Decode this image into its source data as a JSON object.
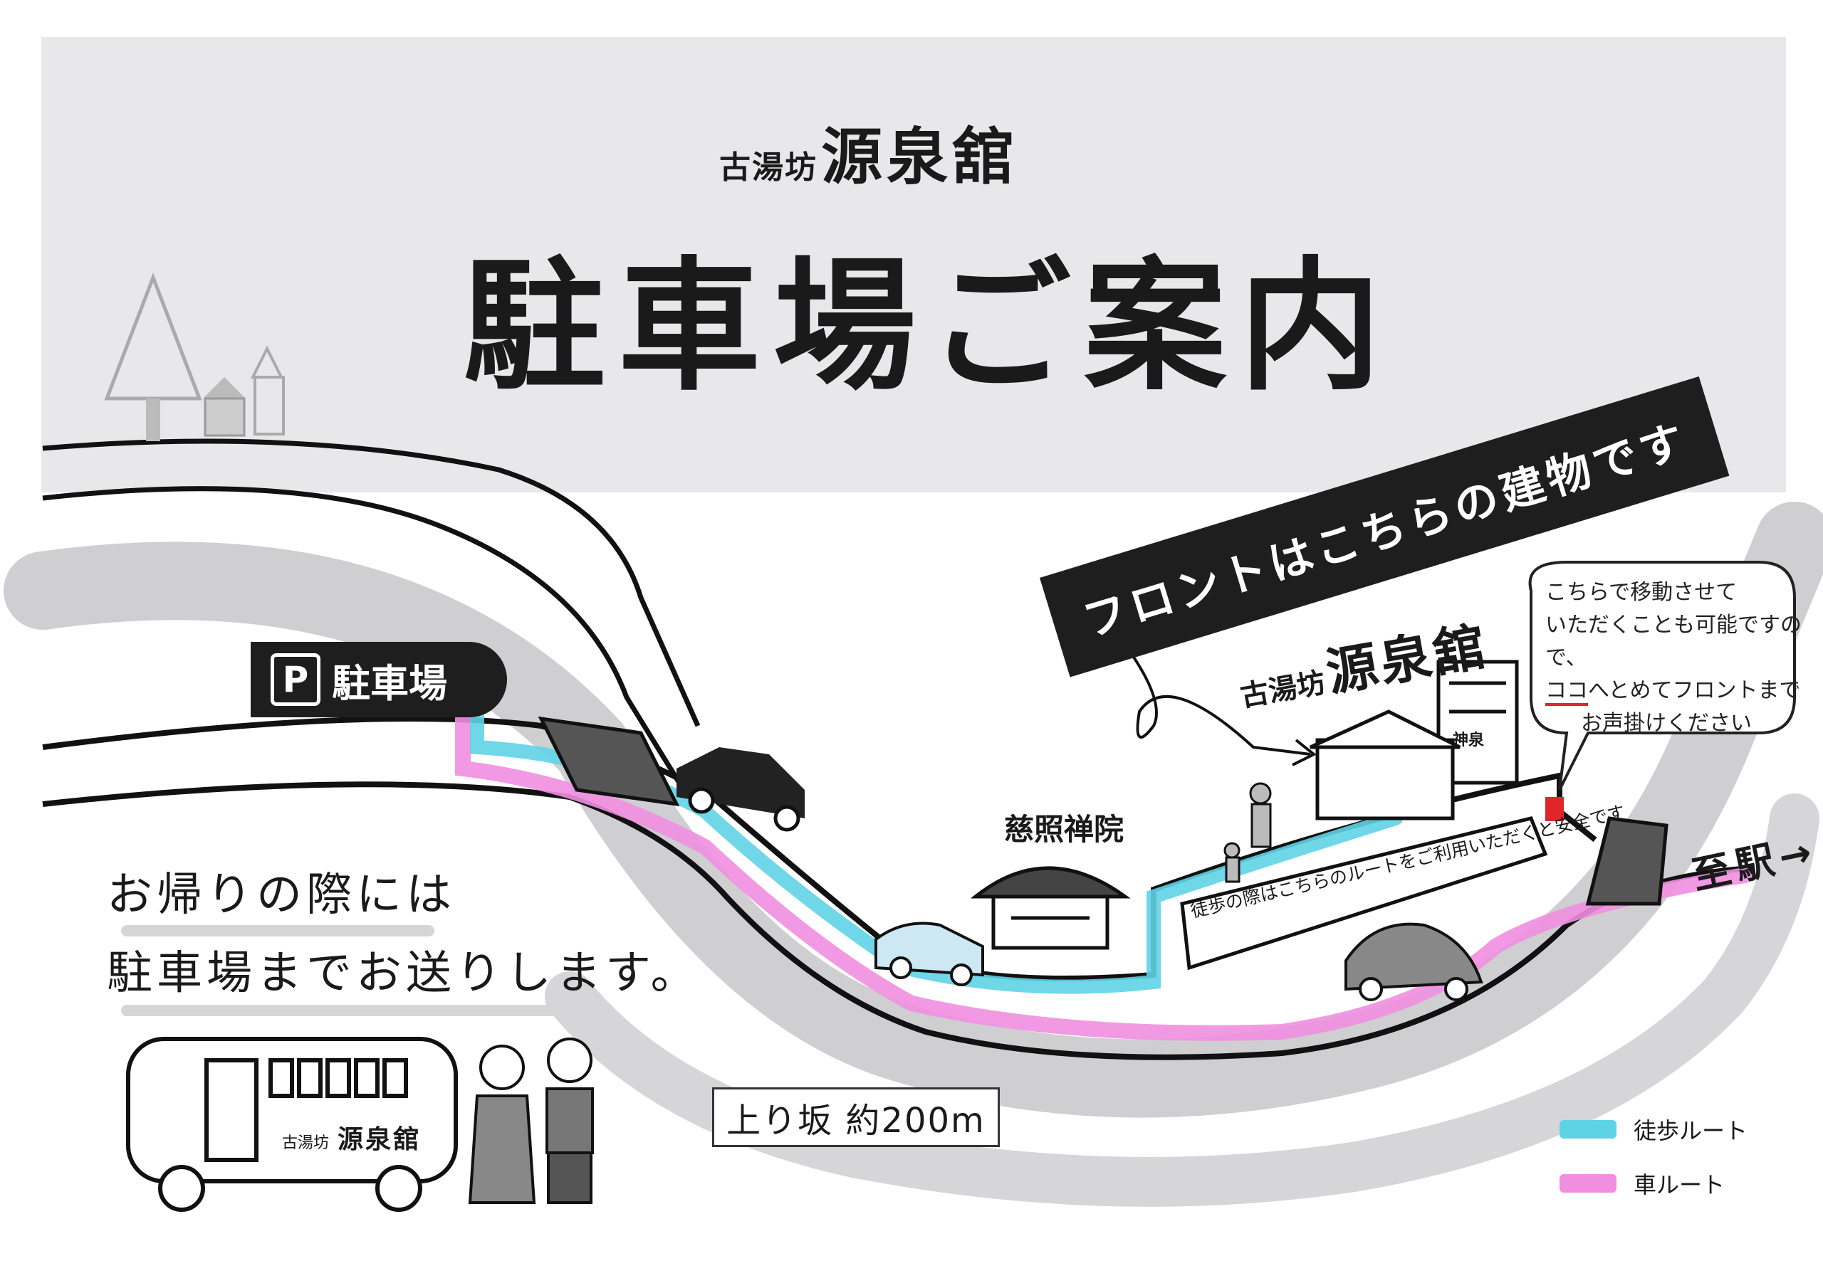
{
  "header": {
    "brand_small": "古湯坊",
    "brand_big": "源泉舘",
    "title": "駐車場ご案内"
  },
  "banner": {
    "text": "フロントはこちらの建物です"
  },
  "parking": {
    "p_mark": "P",
    "label": "駐車場"
  },
  "building": {
    "brand_small": "古湯坊",
    "brand_big": "源泉舘",
    "annex_label": "神泉"
  },
  "temple": {
    "label": "慈照禅院"
  },
  "note": {
    "line1": "こちらで移動させて",
    "line2": "いただくことも可能ですので、",
    "line3_highlight": "ココ",
    "line3_rest": "へとめてフロントまで",
    "line4": "お声掛けください"
  },
  "walk_route_text": "徒歩の際はこちらのルートをご利用いただくと安全です",
  "station": "至駅→",
  "return_service": {
    "line1": "お帰りの際には",
    "line2": "駐車場までお送りします。"
  },
  "bus": {
    "brand_small": "古湯坊",
    "brand_big": "源泉舘"
  },
  "slope": {
    "text": "上り坂 約200m"
  },
  "legend": {
    "walk": {
      "label": "徒歩ルート",
      "color": "#5fd3e6"
    },
    "car": {
      "label": "車ルート",
      "color": "#f08fe0"
    }
  },
  "colors": {
    "road_gray": "#cfcfd1",
    "banner_bg": "#1e1e1e",
    "paper": "#e8e8ea"
  }
}
